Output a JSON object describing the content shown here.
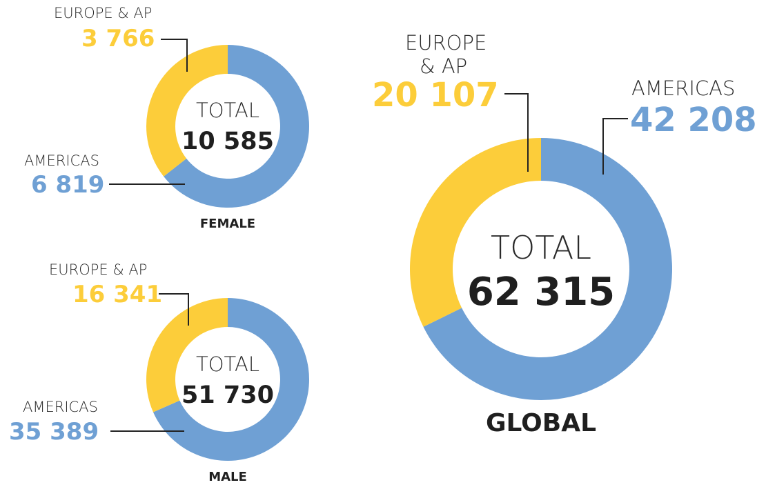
{
  "colors": {
    "americas": "#6fa0d4",
    "europe_ap": "#fccd3a",
    "text": "#1f1f1f"
  },
  "chart_data": [
    {
      "type": "pie",
      "title": "FEMALE",
      "center_label": "TOTAL",
      "total": "10 585",
      "slices": [
        {
          "name": "AMERICAS",
          "value": 6819,
          "display": "6 819"
        },
        {
          "name": "EUROPE & AP",
          "value": 3766,
          "display": "3 766"
        }
      ]
    },
    {
      "type": "pie",
      "title": "MALE",
      "center_label": "TOTAL",
      "total": "51 730",
      "slices": [
        {
          "name": "AMERICAS",
          "value": 35389,
          "display": "35 389"
        },
        {
          "name": "EUROPE & AP",
          "value": 16341,
          "display": "16 341"
        }
      ]
    },
    {
      "type": "pie",
      "title": "GLOBAL",
      "center_label": "TOTAL",
      "total": "62 315",
      "slices": [
        {
          "name": "AMERICAS",
          "value": 42208,
          "display": "42 208"
        },
        {
          "name": "EUROPE & AP",
          "value": 20107,
          "display": "20 107"
        }
      ],
      "eu_label_lines": [
        "EUROPE",
        "& AP"
      ]
    }
  ]
}
